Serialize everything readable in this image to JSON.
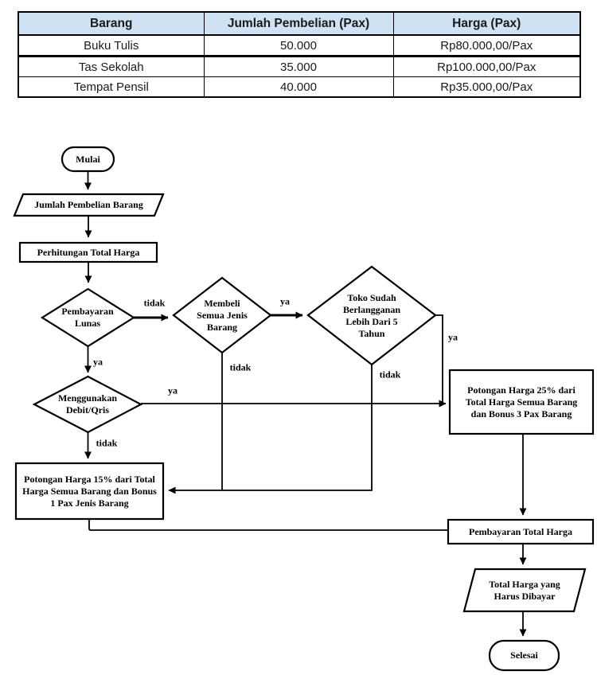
{
  "colors": {
    "table_header_bg": "#cfe2f3",
    "line": "#000000"
  },
  "table": {
    "headers": [
      "Barang",
      "Jumlah Pembelian (Pax)",
      "Harga (Pax)"
    ],
    "rows": [
      [
        "Buku Tulis",
        "50.000",
        "Rp80.000,00/Pax"
      ],
      [
        "Tas Sekolah",
        "35.000",
        "Rp100.000,00/Pax"
      ],
      [
        "Tempat Pensil",
        "40.000",
        "Rp35.000,00/Pax"
      ]
    ]
  },
  "flowchart": {
    "nodes": {
      "start": "Mulai",
      "input": "Jumlah Pembelian Barang",
      "process": "Perhitungan Total Harga",
      "decision_lunas": "Pembayaran Lunas",
      "decision_semua": "Membeli Semua Jenis Barang",
      "decision_toko": "Toko Sudah Berlangganan Lebih Dari 5 Tahun",
      "decision_debit": "Menggunakan Debit/Qris",
      "discount15": "Potongan Harga 15% dari Total Harga Semua Barang dan Bonus 1 Pax Jenis Barang",
      "discount25": "Potongan Harga 25% dari Total Harga Semua Barang dan Bonus 3 Pax Barang",
      "payment": "Pembayaran Total Harga",
      "output": "Total Harga yang Harus Dibayar",
      "end": "Selesai"
    },
    "edge_labels": {
      "lunas_tidak": "tidak",
      "lunas_ya": "ya",
      "semua_ya": "ya",
      "semua_tidak": "tidak",
      "toko_ya": "ya",
      "toko_tidak": "tidak",
      "debit_ya": "ya",
      "debit_tidak": "tidak"
    }
  }
}
